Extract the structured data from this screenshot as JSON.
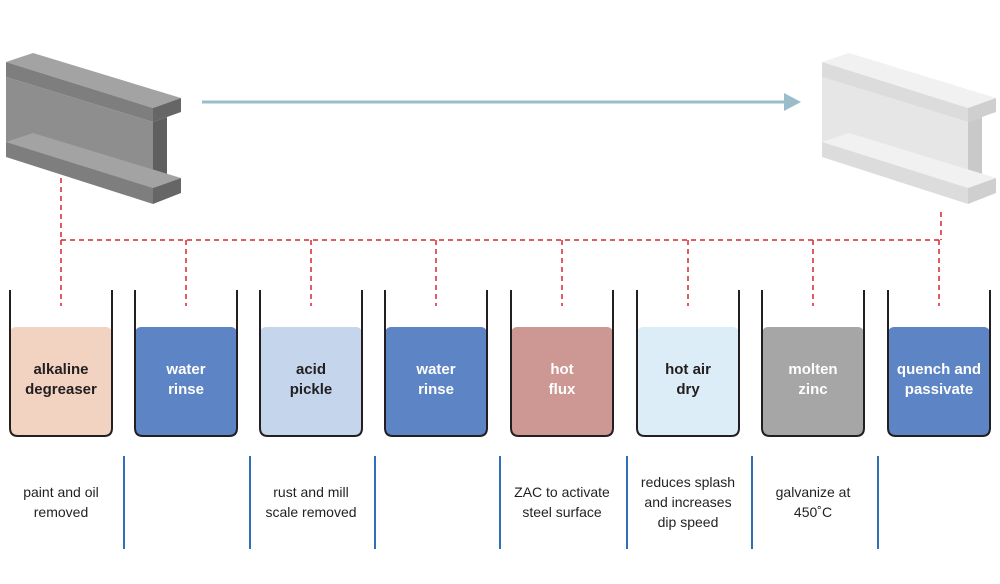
{
  "colors": {
    "arrow": "#9bbccb",
    "dashed": "#d7272f",
    "divider": "#2f6fb5",
    "tank_outline": "#231f20",
    "beam_raw": "#8c8c8c",
    "beam_done": "#e6e6e6"
  },
  "beams": {
    "raw": {
      "icon": "steel-i-beam-icon",
      "color": "#8c8c8c"
    },
    "galvanized": {
      "icon": "steel-i-beam-icon",
      "color": "#e8e8e8"
    }
  },
  "tanks": [
    {
      "line1": "alkaline",
      "line2": "degreaser",
      "fill": "#f2d2c1",
      "text_color": "#231f20"
    },
    {
      "line1": "water",
      "line2": "rinse",
      "fill": "#5d84c4",
      "text_color": "#ffffff"
    },
    {
      "line1": "acid",
      "line2": "pickle",
      "fill": "#c4d5ec",
      "text_color": "#231f20"
    },
    {
      "line1": "water",
      "line2": "rinse",
      "fill": "#5d84c4",
      "text_color": "#ffffff"
    },
    {
      "line1": "hot",
      "line2": "flux",
      "fill": "#cd9894",
      "text_color": "#ffffff"
    },
    {
      "line1": "hot air",
      "line2": "dry",
      "fill": "#dcedf8",
      "text_color": "#231f20"
    },
    {
      "line1": "molten",
      "line2": "zinc",
      "fill": "#a6a6a6",
      "text_color": "#ffffff"
    },
    {
      "line1": "quench and",
      "line2": "passivate",
      "fill": "#5d84c4",
      "text_color": "#ffffff"
    }
  ],
  "notes": [
    {
      "lines": [
        "paint and oil",
        "removed"
      ]
    },
    {
      "lines": []
    },
    {
      "lines": [
        "rust and mill",
        "scale removed"
      ]
    },
    {
      "lines": []
    },
    {
      "lines": [
        "ZAC to activate",
        "steel surface"
      ]
    },
    {
      "lines": [
        "reduces splash",
        "and increases",
        "dip speed"
      ]
    },
    {
      "lines": [
        "galvanize at",
        "450˚C"
      ]
    },
    {
      "lines": []
    }
  ]
}
